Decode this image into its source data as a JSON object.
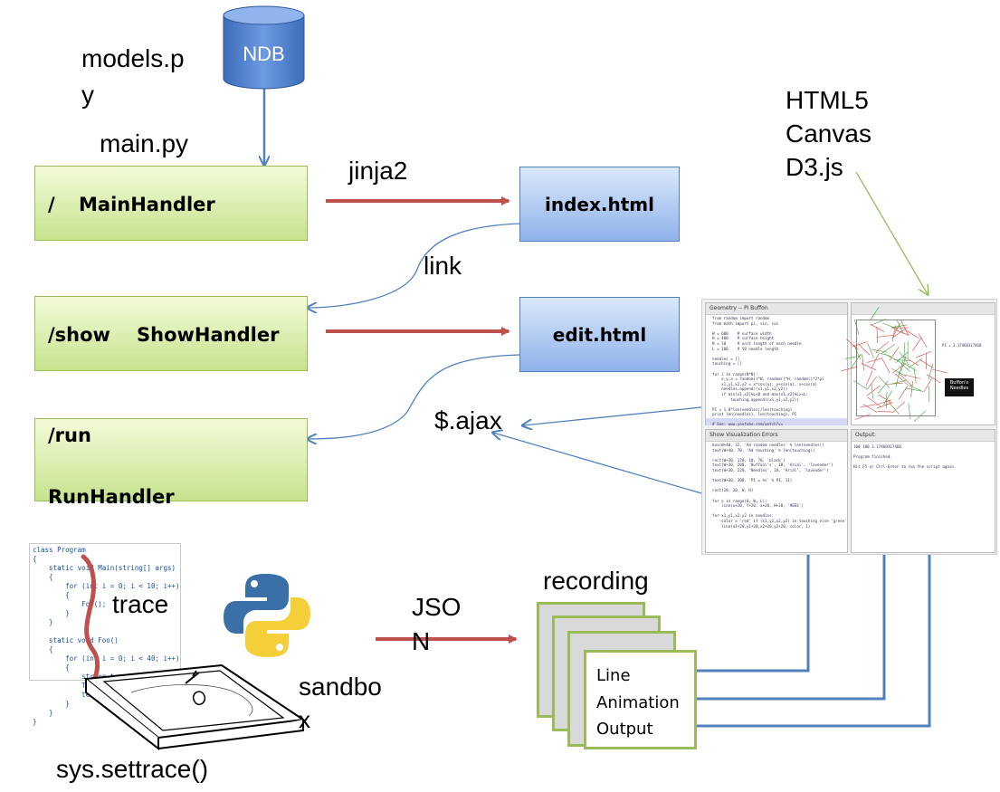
{
  "labels": {
    "models": "models.p\ny",
    "ndb": "NDB",
    "main": "main.py",
    "jinja2": "jinja2",
    "link": "link",
    "ajax": "$.ajax",
    "html5": "HTML5\nCanvas\nD3.js",
    "recording": "recording",
    "json": "JSO\nN",
    "trace": "trace",
    "sandbox": "sandbo",
    "sandbox_x": "x",
    "settrace": "sys.settrace()"
  },
  "handlers": {
    "main": {
      "path": "/",
      "name": "MainHandler"
    },
    "show": {
      "path": "/show",
      "name": "ShowHandler"
    },
    "run": {
      "path": "/run",
      "name": "RunHandler"
    }
  },
  "templates": {
    "index": "index.html",
    "edit": "edit.html"
  },
  "recording_items": [
    "Line",
    "Animation",
    "Output"
  ],
  "code_snippet": "class Program\n{\n    static void Main(string[] args)\n    {\n        for (int i = 0; i < 10; i++)\n        {\n            Foo();\n        }\n    }\n\n    static void Foo()\n    {\n        for (int i = 0; i < 40; i++)\n        {\n            string temp = \"\";\n            Thread.Sleep(1);\n            temp = i.ToString();\n        }\n    }\n}",
  "screenshot": {
    "editor_title": "Geometry -- Pi Buffon",
    "viz_title": "Show Visualization Errors",
    "output_title": "Output:",
    "legend": "Buffon's\nNeedles",
    "pi_text": "PI = 3.17460317460",
    "editor_code": "  from random import random\n  from math import pi, sin, cos\n\n  W = 600    # surface width\n  H = 400    # surface height\n  N = 10     # unit length of each needle\n  L = 100    # 50 needle length\n\n  needles = []\n  touching = []\n\n  for i in range(N*N):\n      x,y,a = random()*W, random()*H, random()*2*pi\n      x1,y1,x2,y2 = x*cos(a), y+sin(a), x+cos(a)\n      needles.append((x1,y1,x2,y2))\n      if min(x1,x2)%L<0 and max(x1,x2)%L>=L:\n          touching.append((x1,y1,x2,y2))\n\n  PI = 1.0*len(needles)/len(touching)\n  print len(needles), len(touching), PI\n\n  # See: www.youtube.com/watch?v=",
    "viz_code": "  box(W+40, 32, 'Ad random needles' % len(needles))\n  text(W+40, 70, 'Ad touching' % len(touching))\n\n  rect(W+30, 170, 10, 70, 'black')\n  text(W+30, 200, 'Buffon\\'s', 18, 'Arial', 'lavender')\n  text(W+30, 220, 'Needles', 18, 'Arial', 'lavender')\n\n  text(W+30, 300, 'PI = %s' % PI, 11)\n\n  rect(20, 20, W, H)\n\n  for x in range(0, W, L):\n      line(x+20, Y+20, x+20, H+20, '#EEE')\n\n  for x1,y1,x2,y2 in needles:\n      color = 'red' if (x1,y1,x2,y2) in touching else 'green'\n      line(x1+20,y1+20,x2+20,y2+20, color, 1)",
    "output_text": "100 100 3.17460317460\n\nProgram finished.\n\nHit F5 or Ctrl-Enter to run the script again."
  },
  "colors": {
    "red_arrow": "#c0504d",
    "blue_arrow": "#4f81bd",
    "green_arrow": "#9bbb59",
    "green_border": "#9bbb59"
  }
}
